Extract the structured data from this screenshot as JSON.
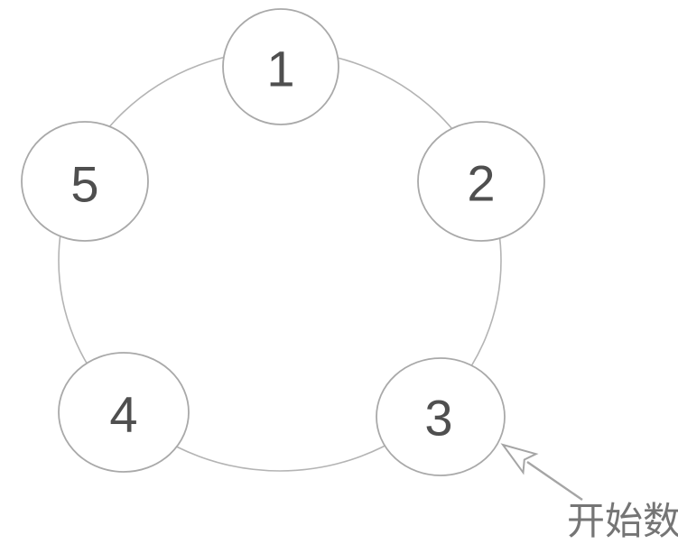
{
  "diagram": {
    "type": "circular-counting-diagram",
    "nodes": [
      {
        "label": "1"
      },
      {
        "label": "2"
      },
      {
        "label": "3"
      },
      {
        "label": "4"
      },
      {
        "label": "5"
      }
    ],
    "annotation": {
      "text": "开始数",
      "target_node_label": "3"
    },
    "colors": {
      "background": "#ffffff",
      "ring_stroke": "#b4b4b4",
      "node_stroke": "#a9a9a9",
      "node_fill": "#ffffff",
      "number_color": "#4f4f4f",
      "arrow_color": "#a5a5a5",
      "label_color": "#757575"
    }
  }
}
